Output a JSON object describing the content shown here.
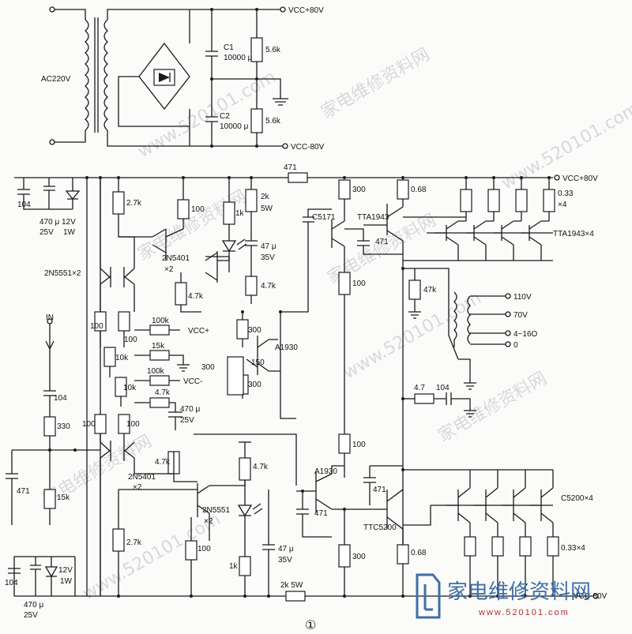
{
  "diagram": {
    "labels": {
      "ac_in": "AC220V",
      "vcc_pos_top": "VCC+80V",
      "vcc_neg_top": "VCC-80V",
      "c1": "C1",
      "c1_val": "10000 μ",
      "c2": "C2",
      "c2_val": "10000 μ",
      "r_top": "5.6k",
      "r_bot": "5.6k",
      "r471": "471",
      "vcc_pos_rail": "VCC+80V",
      "c104_l": "104",
      "c470_l": "470 μ",
      "v25_l": "25V",
      "z12_l": "12V",
      "w1_l": "1W",
      "r27_top": "2.7k",
      "r100_a": "100",
      "r1k_a": "1k",
      "r2k_a": "2k",
      "r5w_a": "5W",
      "c47_a": "47 μ",
      "v35_a": "35V",
      "r47_a": "4.7k",
      "q2n5401_a": "2N5401",
      "x2_a": "×2",
      "r47_b": "4.7k",
      "c5171": "C5171",
      "tta1943": "TTA1943",
      "c471_a": "471",
      "r300_a": "300",
      "r100_b": "100",
      "r068_top": "0.68",
      "r033_top": "0.33",
      "x4_top": "×4",
      "tta1943x4": "TTA1943×4",
      "r47k": "47k",
      "t110": "110V",
      "t70": "70V",
      "t4_16": "4~16O",
      "t0": "0",
      "q2n5551": "2N5551×2",
      "in": "IN",
      "r100_c": "100",
      "r100_d": "100",
      "r100k_p": "100k",
      "vcc_p": "VCC+",
      "r15k_a": "15k",
      "r10k_a": "10k",
      "r100k_m": "100k",
      "vcc_m": "VCC-",
      "r10k_b": "10k",
      "r47_c": "4.7k",
      "c470_c": "470 μ",
      "v25_c": "25V",
      "r300_b": "300",
      "a1930_a": "A1930",
      "r300_c": "300",
      "r150": "150",
      "r300_d": "300",
      "c104_b": "104",
      "r330": "330",
      "r100_e": "100",
      "r100_f": "100",
      "c471_b": "471",
      "r15k_b": "15k",
      "q2n5401_b": "2N5401",
      "x2_b": "×2",
      "r47_d": "4.7k",
      "q2n5551_b": "2N5551",
      "x2_c": "×2",
      "r27_b": "2.7k",
      "r100_g": "100",
      "r47_e": "4.7k",
      "r1k_b": "1k",
      "c47_b": "47 μ",
      "v35_b": "35V",
      "r2k5w": "2k 5W",
      "a1930_b": "A1930",
      "c471_c": "471",
      "r100_h": "100",
      "r300_e": "300",
      "c471_d": "471",
      "ttc5200": "TTC5200",
      "r068_bot": "0.68",
      "r47_f": "4.7",
      "c104_c": "104",
      "c5200x4": "C5200×4",
      "r033x4": "0.33×4",
      "c104_d": "104",
      "c470_d": "470 μ",
      "v25_d": "25V",
      "z12_d": "12V",
      "w1_d": "1W",
      "vcc_neg_rail": "VCC-80V",
      "fig_no": "①"
    },
    "watermark": {
      "text1": "家电维修资料网",
      "text2": "www.520101.com",
      "logo_cn": "家电维修资料网",
      "logo_en": "www.520101.com"
    }
  }
}
